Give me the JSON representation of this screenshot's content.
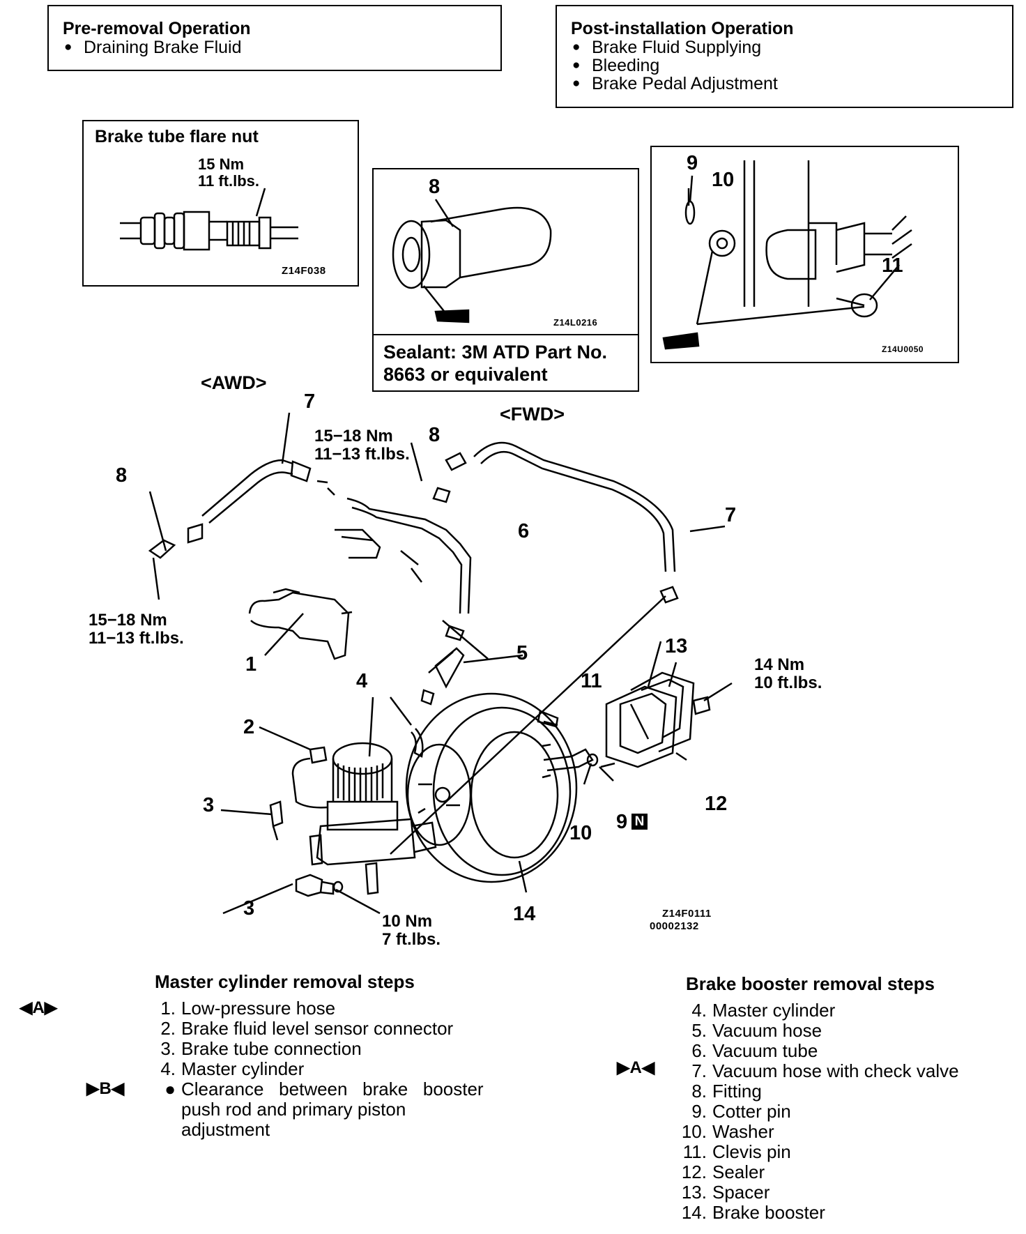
{
  "pre_removal": {
    "title": "Pre-removal Operation",
    "items": [
      "Draining Brake Fluid"
    ]
  },
  "post_install": {
    "title": "Post-installation Operation",
    "items": [
      "Brake Fluid Supplying",
      "Bleeding",
      "Brake Pedal Adjustment"
    ]
  },
  "flare_inset": {
    "title": "Brake tube flare nut",
    "torque_nm": "15 Nm",
    "torque_ftlb": "11 ft.lbs.",
    "code": "Z14F038"
  },
  "fitting_inset": {
    "callout": "8",
    "code": "Z14L0216",
    "sealant_line1": "Sealant: 3M ATD Part No.",
    "sealant_line2": "8663 or equivalent"
  },
  "clevis_inset": {
    "callout_9": "9",
    "callout_10": "10",
    "callout_11": "11",
    "code": "Z14U0050"
  },
  "main_diagram": {
    "awd_label": "<AWD>",
    "fwd_label": "<FWD>",
    "torque_a_nm": "15−18 Nm",
    "torque_a_ftlb": "11−13 ft.lbs.",
    "torque_b_nm": "15−18 Nm",
    "torque_b_ftlb": "11−13 ft.lbs.",
    "torque_c_nm": "14 Nm",
    "torque_c_ftlb": "10 ft.lbs.",
    "torque_d_nm": "10 Nm",
    "torque_d_ftlb": "7 ft.lbs.",
    "callouts": {
      "c1": "1",
      "c2": "2",
      "c3a": "3",
      "c3b": "3",
      "c4": "4",
      "c5": "5",
      "c6": "6",
      "c7a": "7",
      "c7b": "7",
      "c8a": "8",
      "c8b": "8",
      "c9": "9",
      "c9n": "N",
      "c10": "10",
      "c11": "11",
      "c12": "12",
      "c13": "13",
      "c14": "14"
    },
    "code_line1": "Z14F0111",
    "code_line2": "00002132"
  },
  "master_steps": {
    "heading": "Master cylinder removal steps",
    "marker_a": "◀A▶",
    "marker_b": "▶B◀",
    "items": [
      {
        "n": "1.",
        "text": "Low-pressure hose"
      },
      {
        "n": "2.",
        "text": "Brake fluid level sensor connector"
      },
      {
        "n": "3.",
        "text": "Brake tube connection"
      },
      {
        "n": "4.",
        "text": "Master cylinder"
      }
    ],
    "bullet_line1": "Clearance   between   brake   booster",
    "bullet_line2": "push rod and primary piston",
    "bullet_line3": "adjustment"
  },
  "booster_steps": {
    "heading": "Brake booster removal steps",
    "marker_a": "▶A◀",
    "items": [
      {
        "n": "4.",
        "text": "Master cylinder"
      },
      {
        "n": "5.",
        "text": "Vacuum hose"
      },
      {
        "n": "6.",
        "text": "Vacuum tube"
      },
      {
        "n": "7.",
        "text": "Vacuum hose with check valve"
      },
      {
        "n": "8.",
        "text": "Fitting"
      },
      {
        "n": "9.",
        "text": "Cotter pin"
      },
      {
        "n": "10.",
        "text": "Washer"
      },
      {
        "n": "11.",
        "text": "Clevis pin"
      },
      {
        "n": "12.",
        "text": "Sealer"
      },
      {
        "n": "13.",
        "text": "Spacer"
      },
      {
        "n": "14.",
        "text": "Brake booster"
      }
    ]
  }
}
